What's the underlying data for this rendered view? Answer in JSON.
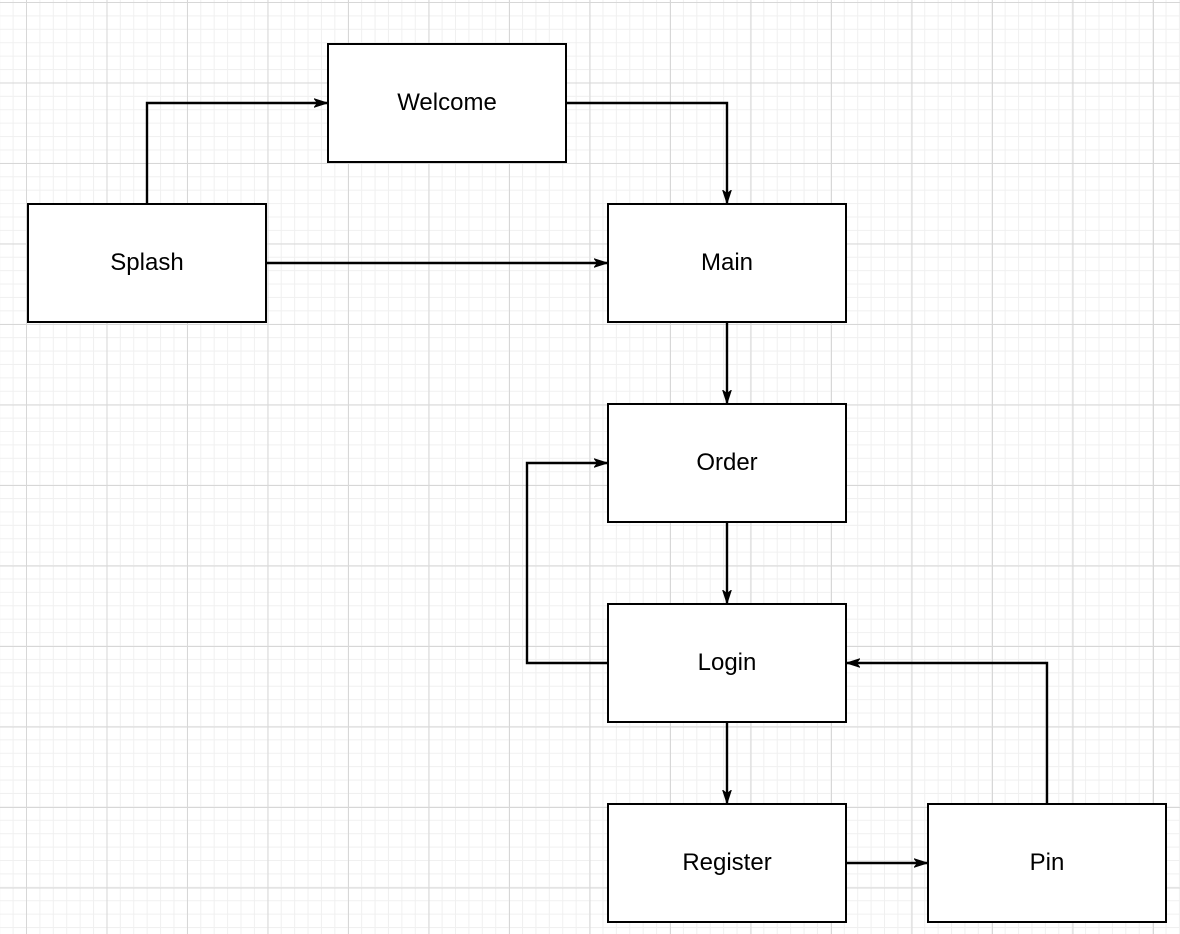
{
  "diagram": {
    "canvas": {
      "background_color": "#ffffff",
      "grid_minor_color": "#f0f0f0",
      "grid_major_color": "#d7d7d7",
      "node_fill_color": "#ffffff",
      "node_stroke_color": "#000000",
      "edge_color": "#000000"
    },
    "nodes": {
      "welcome": {
        "label": "Welcome"
      },
      "splash": {
        "label": "Splash"
      },
      "main": {
        "label": "Main"
      },
      "order": {
        "label": "Order"
      },
      "login": {
        "label": "Login"
      },
      "register": {
        "label": "Register"
      },
      "pin": {
        "label": "Pin"
      }
    },
    "edges": [
      {
        "name": "edge-splash-to-welcome",
        "from": "Splash",
        "to": "Welcome"
      },
      {
        "name": "edge-welcome-to-main",
        "from": "Welcome",
        "to": "Main"
      },
      {
        "name": "edge-splash-to-main",
        "from": "Splash",
        "to": "Main"
      },
      {
        "name": "edge-main-to-order",
        "from": "Main",
        "to": "Order"
      },
      {
        "name": "edge-order-to-login",
        "from": "Order",
        "to": "Login"
      },
      {
        "name": "edge-login-to-order",
        "from": "Login",
        "to": "Order"
      },
      {
        "name": "edge-login-to-register",
        "from": "Login",
        "to": "Register"
      },
      {
        "name": "edge-register-to-pin",
        "from": "Register",
        "to": "Pin"
      },
      {
        "name": "edge-pin-to-login",
        "from": "Pin",
        "to": "Login"
      }
    ]
  }
}
